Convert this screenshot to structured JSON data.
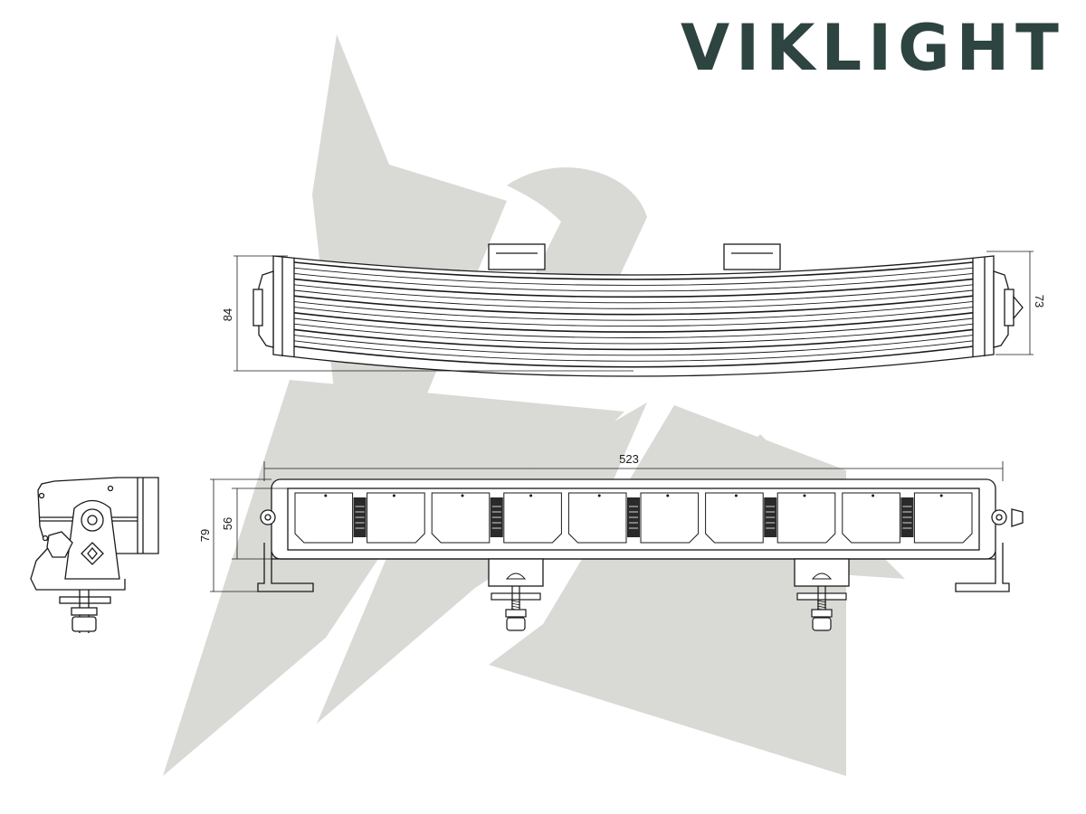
{
  "brand": {
    "name": "VIKLIGHT",
    "color": "#2d4440"
  },
  "watermark_color": "#d9d9d6",
  "line_color": "#1a1a1a",
  "views": [
    {
      "name": "top-view",
      "dimensions": {
        "height_left": "84",
        "height_right": "73"
      }
    },
    {
      "name": "front-view",
      "dimensions": {
        "length": "523",
        "overall_height": "79",
        "lens_height": "56"
      },
      "led_modules": 5,
      "mounting_feet": 2
    },
    {
      "name": "side-view"
    }
  ]
}
